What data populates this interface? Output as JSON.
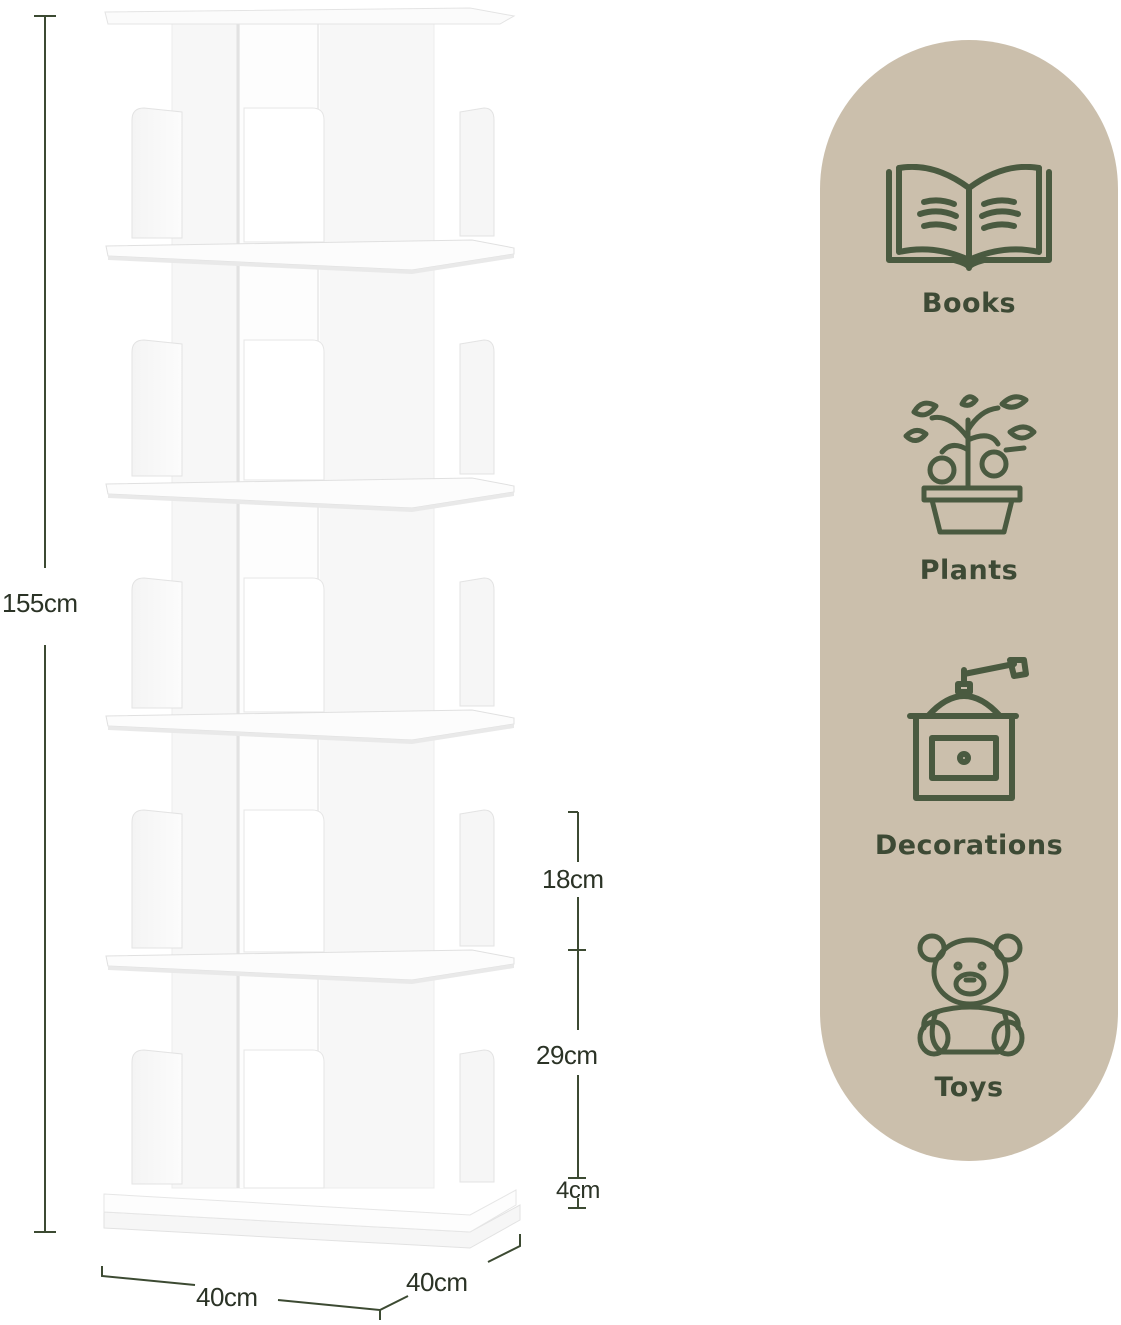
{
  "dimensions": {
    "height_total": "155cm",
    "shelf_spacing": "18cm",
    "compartment_height": "29cm",
    "base_height": "4cm",
    "width": "40cm",
    "depth": "40cm"
  },
  "categories": [
    {
      "label": "Books",
      "icon": "open-book-icon"
    },
    {
      "label": "Plants",
      "icon": "potted-plant-icon"
    },
    {
      "label": "Decorations",
      "icon": "coffee-grinder-icon"
    },
    {
      "label": "Toys",
      "icon": "teddy-bear-icon"
    }
  ],
  "colors": {
    "panel": "#cbbfac",
    "icon_green": "#4a5a40",
    "dimension_line": "#3c4a32",
    "shelf_white": "#ffffff",
    "shelf_shade": "#e9e9e9"
  }
}
